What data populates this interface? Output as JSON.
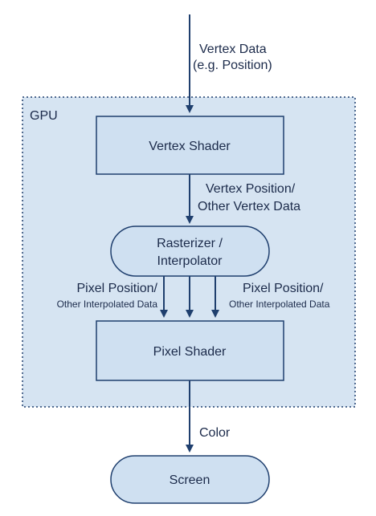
{
  "gpu": {
    "label": "GPU"
  },
  "input": {
    "line1": "Vertex Data",
    "line2": "(e.g. Position)"
  },
  "vertex_shader": {
    "label": "Vertex Shader"
  },
  "vertex_output": {
    "line1": "Vertex Position/",
    "line2": "Other Vertex Data"
  },
  "rasterizer": {
    "line1": "Rasterizer /",
    "line2": "Interpolator"
  },
  "pixel_input_left": {
    "line1": "Pixel Position/",
    "line2": "Other Interpolated Data"
  },
  "pixel_input_right": {
    "line1": "Pixel Position/",
    "line2": "Other Interpolated Data"
  },
  "pixel_shader": {
    "label": "Pixel Shader"
  },
  "color": {
    "label": "Color"
  },
  "screen": {
    "label": "Screen"
  },
  "colors": {
    "gpu_fill": "#d6e4f2",
    "gpu_border": "#1f3f6e",
    "box_fill": "#cfe0f1",
    "stroke": "#1f3f6e",
    "text": "#1b2a4a"
  }
}
